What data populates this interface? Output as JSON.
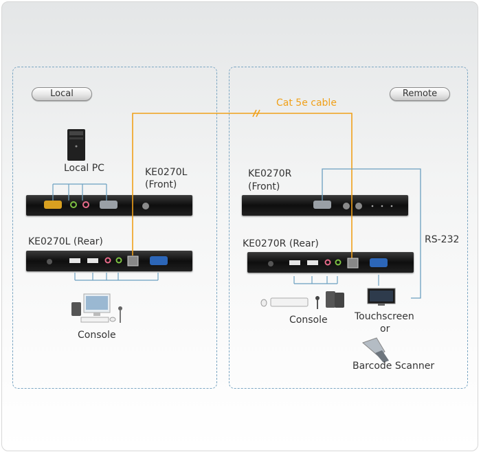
{
  "local": {
    "tag": "Local",
    "pc_label": "Local PC",
    "front_label_line1": "KE0270L",
    "front_label_line2": "(Front)",
    "rear_label": "KE0270L (Rear)",
    "console_label": "Console"
  },
  "remote": {
    "tag": "Remote",
    "front_label_line1": "KE0270R",
    "front_label_line2": "(Front)",
    "rear_label": "KE0270R (Rear)",
    "console_label": "Console",
    "touchscreen_label": "Touchscreen",
    "or_label": "or",
    "barcode_label": "Barcode Scanner",
    "rs232_label": "RS-232"
  },
  "cable": {
    "label": "Cat 5e cable",
    "color": "#f0a019"
  },
  "colors": {
    "panel_border": "#7aa5c2",
    "connector_line": "#6a9fc0",
    "device_body": "#111111"
  }
}
